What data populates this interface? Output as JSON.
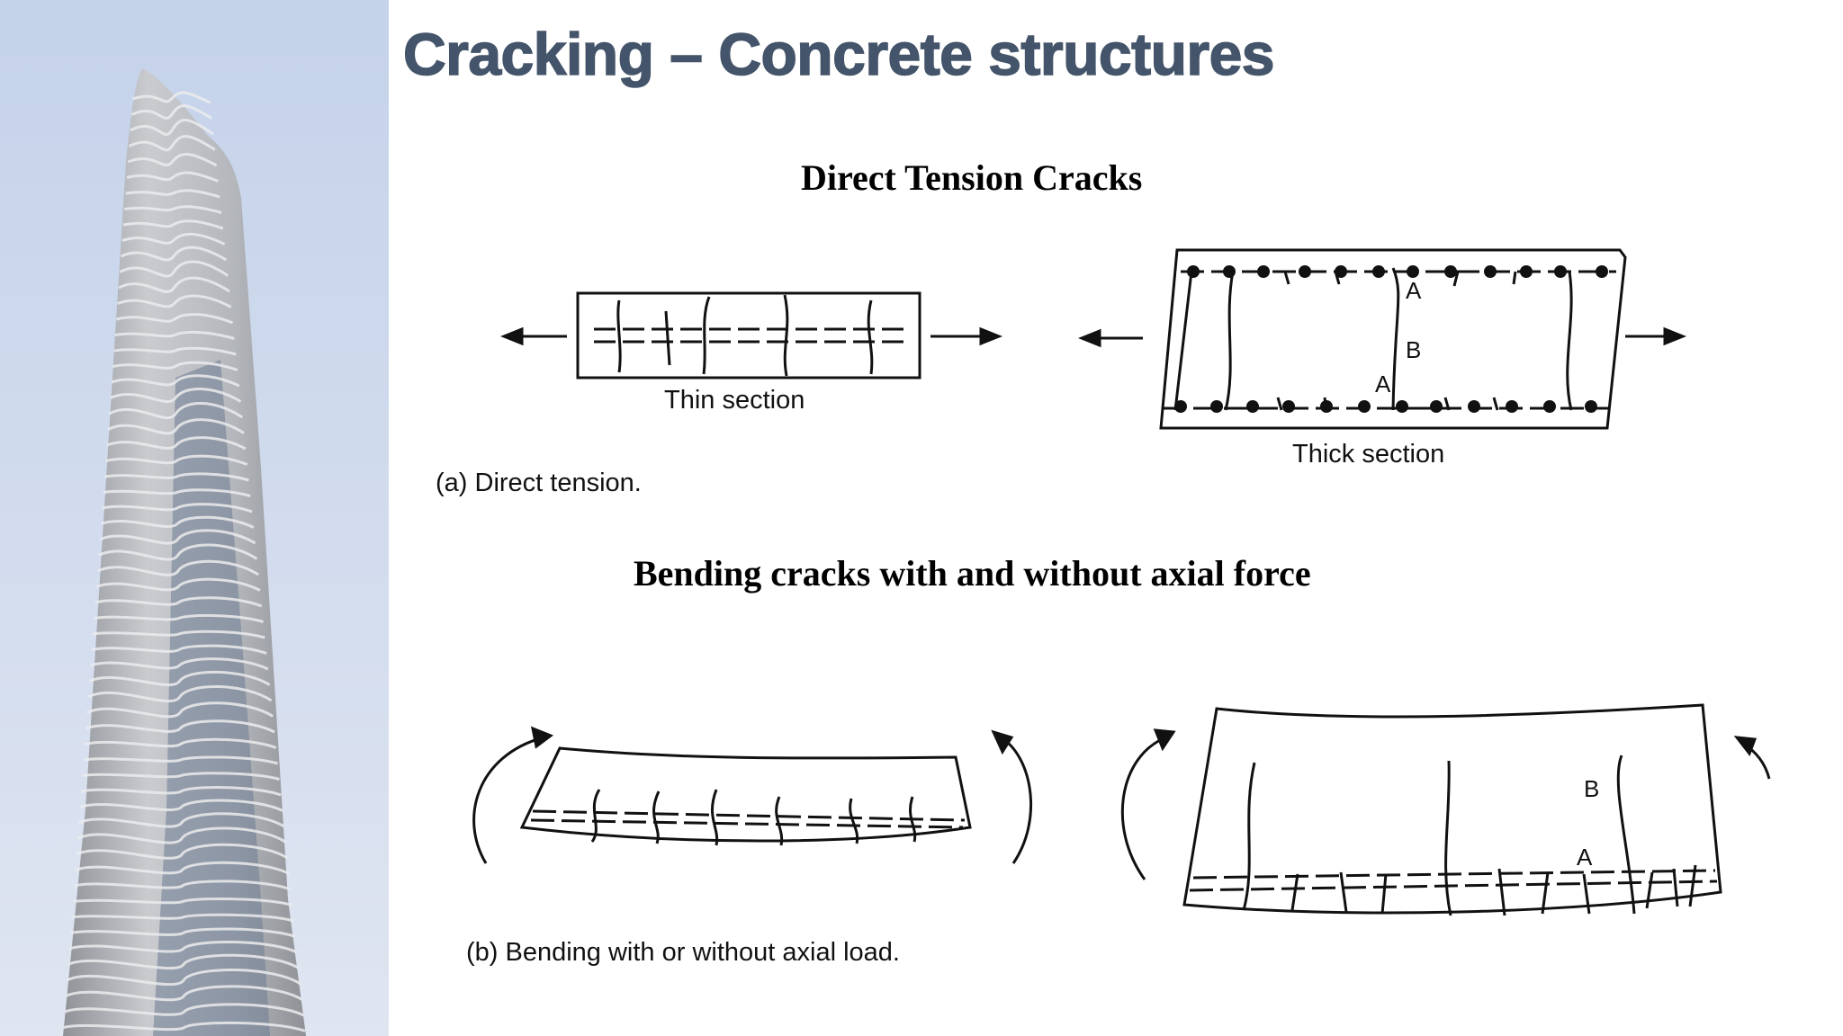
{
  "slide": {
    "title": "Cracking – Concrete structures"
  },
  "sections": {
    "tension_heading": "Direct Tension Cracks",
    "bending_heading": "Bending cracks with and without axial force"
  },
  "figure_a": {
    "thin_label": "Thin section",
    "thick_label": "Thick section",
    "crack_label_a": "A",
    "crack_label_b": "B",
    "caption": "(a)  Direct tension."
  },
  "figure_b": {
    "crack_label_a": "A",
    "crack_label_b": "B",
    "caption": "(b)  Bending with or without axial load."
  },
  "colors": {
    "title": "#44546a",
    "sky_top": "#c9d6ea",
    "sky_bottom": "#e3e8f3",
    "tower": "#b9bbbf"
  }
}
